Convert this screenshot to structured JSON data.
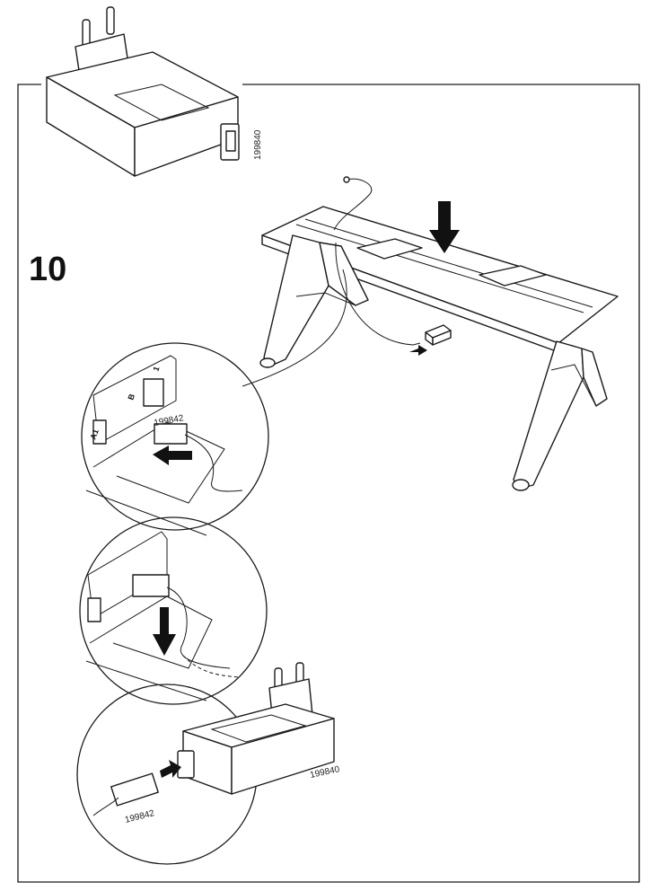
{
  "step": {
    "number": "10"
  },
  "parts": {
    "adapter_id": "199840",
    "cable_id": "199842"
  },
  "ports": {
    "port_a1": "A1",
    "port_b": "B",
    "port_1": "1"
  }
}
